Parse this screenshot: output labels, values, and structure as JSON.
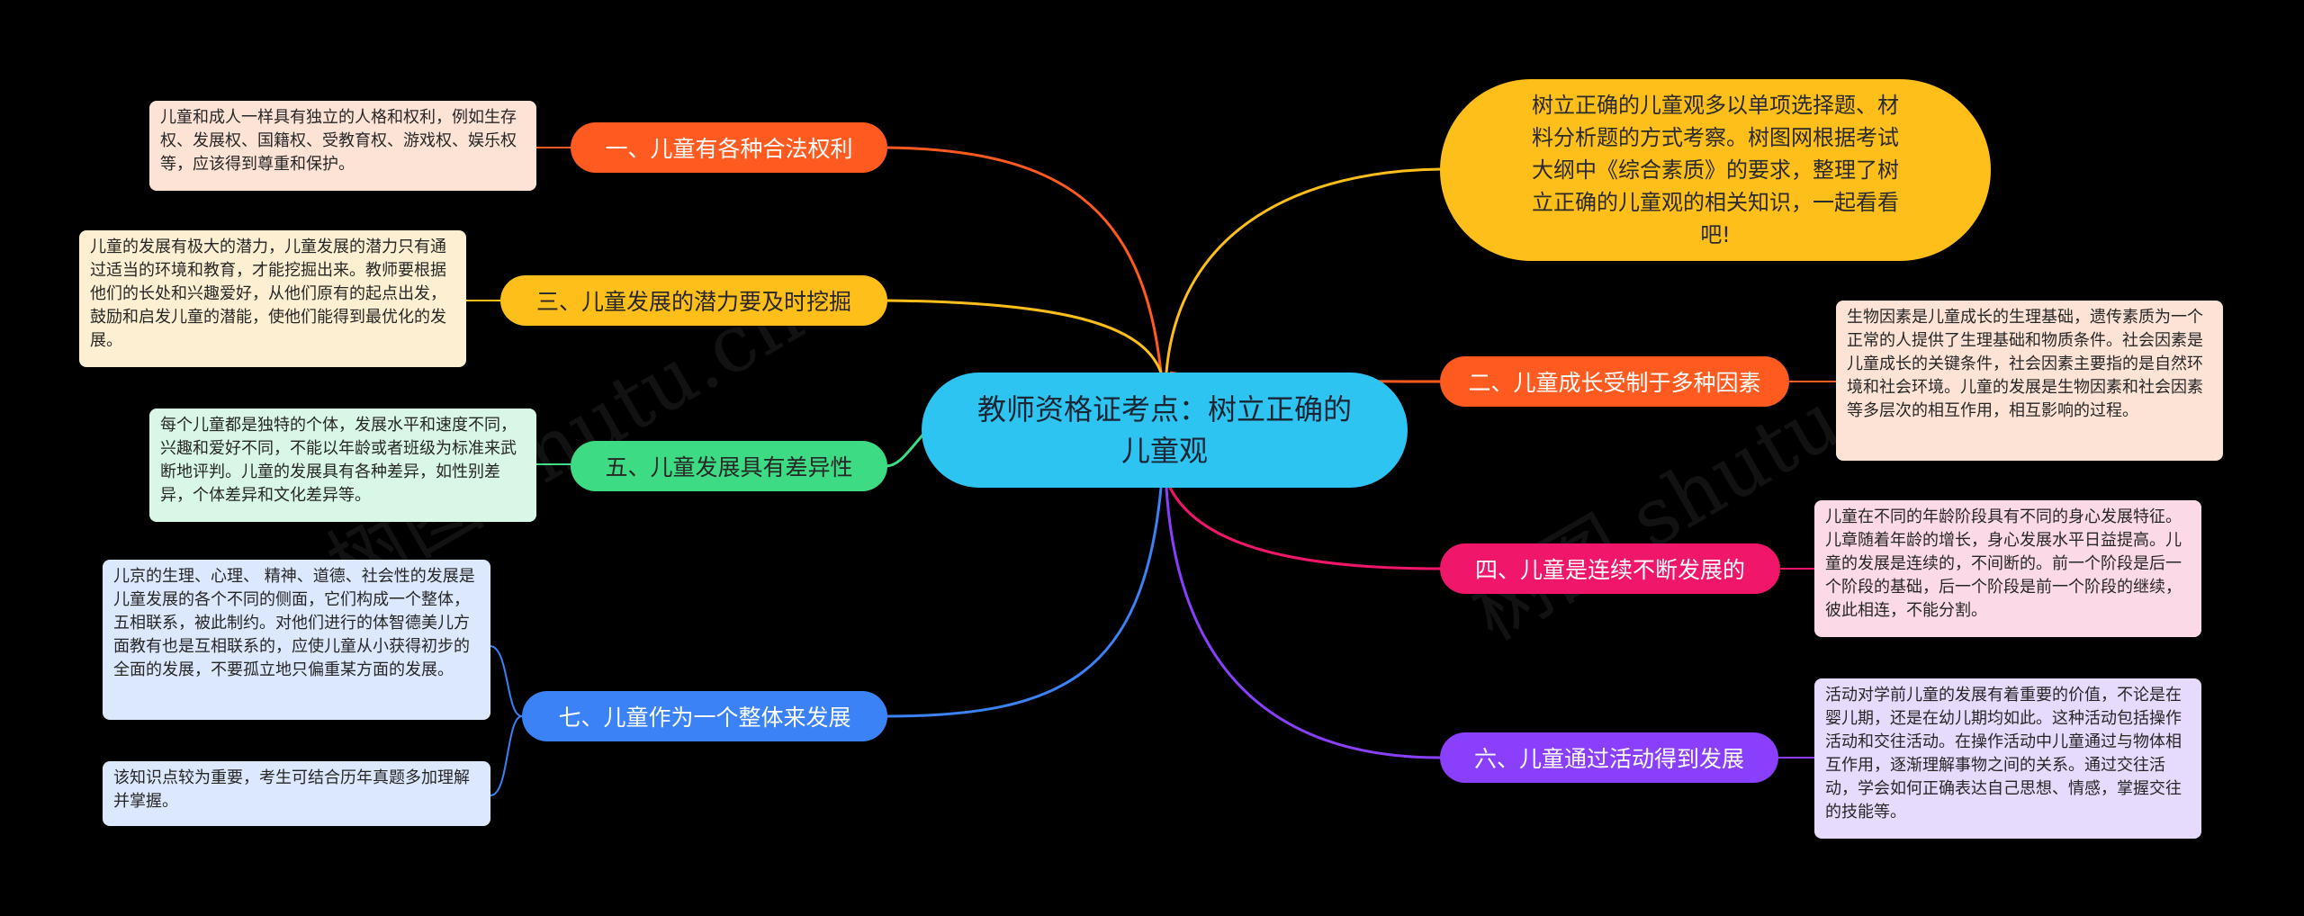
{
  "center": {
    "title": "教师资格证考点：树立正确的儿童观"
  },
  "intro": "树立正确的儿童观多以单项选择题、材料分析题的方式考察。树图网根据考试大纲中《综合素质》的要求，整理了树立正确的儿童观的相关知识，一起看看吧!",
  "watermark": "树图 shutu.cn",
  "colors": {
    "background": "#000000",
    "center": "#2ec4f2",
    "intro": "#ffbf1a",
    "b1": "#ff5a1f",
    "b2": "#ff5a1f",
    "b3": "#ffbf1a",
    "b4": "#f0166a",
    "b5": "#3ddc84",
    "b6": "#8a3ffc",
    "b7": "#3b82f6"
  },
  "branches": {
    "b1": {
      "label": "一、儿童有各种合法权利",
      "note": "儿童和成人一样具有独立的人格和权利，例如生存权、发展权、国籍权、受教育权、游戏权、娱乐权等，应该得到尊重和保护。"
    },
    "b2": {
      "label": "二、儿童成长受制于多种因素",
      "note": "生物因素是儿童成长的生理基础，遗传素质为一个正常的人提供了生理基础和物质条件。社会因素是儿童成长的关键条件，社会因素主要指的是自然环境和社会环境。儿童的发展是生物因素和社会因素等多层次的相互作用，相互影响的过程。"
    },
    "b3": {
      "label": "三、儿童发展的潜力要及时挖掘",
      "note": "儿童的发展有极大的潜力，儿童发展的潜力只有通过适当的环境和教育，才能挖掘出来。教师要根据他们的长处和兴趣爱好，从他们原有的起点出发，鼓励和启发儿童的潜能，使他们能得到最优化的发展。"
    },
    "b4": {
      "label": "四、儿童是连续不断发展的",
      "note": "儿童在不同的年龄阶段具有不同的身心发展特征。儿章随着年龄的增长，身心发展水平日益提高。儿童的发展是连续的，不间断的。前一个阶段是后一个阶段的基础，后一个阶段是前一个阶段的继续，彼此相连，不能分割。"
    },
    "b5": {
      "label": "五、儿童发展具有差异性",
      "note": "每个儿童都是独特的个体，发展水平和速度不同，兴趣和爱好不同，不能以年龄或者班级为标准来武断地评判。儿童的发展具有各种差异，如性别差异，个体差异和文化差异等。"
    },
    "b6": {
      "label": "六、儿童通过活动得到发展",
      "note": "活动对学前儿童的发展有着重要的价值，不论是在婴儿期，还是在幼儿期均如此。这种活动包括操作活动和交往活动。在操作活动中儿童通过与物体相互作用，逐渐理解事物之间的关系。通过交往活动，学会如何正确表达自己思想、情感，掌握交往的技能等。"
    },
    "b7": {
      "label": "七、儿童作为一个整体来发展",
      "note": "儿京的生理、心理、 精神、道德、社会性的发展是儿童发展的各个不同的侧面，它们构成一个整体，五相联系，被此制约。对他们进行的体智德美儿方面教有也是互相联系的，应使儿童从小获得初步的全面的发展，不要孤立地只偏重某方面的发展。",
      "note2": "该知识点较为重要，考生可结合历年真题多加理解并掌握。"
    }
  }
}
